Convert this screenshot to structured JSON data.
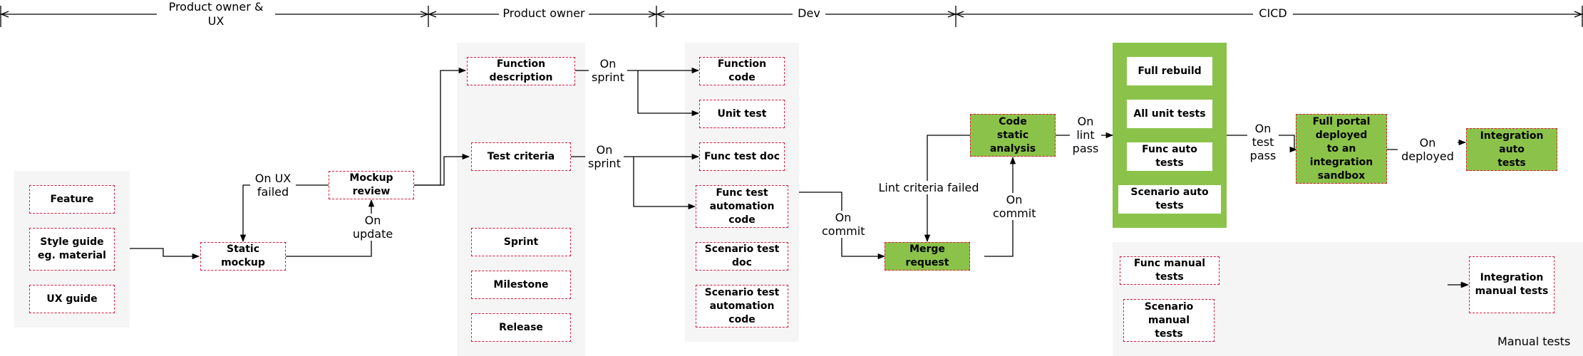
{
  "phases": {
    "po_ux": "Product owner &\nUX",
    "po": "Product owner",
    "dev": "Dev",
    "cicd": "CICD"
  },
  "inputs": {
    "feature": "Feature",
    "style_guide": "Style guide\neg. material",
    "ux_guide": "UX guide"
  },
  "ux": {
    "static_mockup": "Static mockup",
    "mockup_review": "Mockup review"
  },
  "product_owner": {
    "function_description": "Function description",
    "test_criteria": "Test criteria",
    "sprint": "Sprint",
    "milestone": "Milestone",
    "release": "Release"
  },
  "dev": {
    "function_code": "Function code",
    "unit_test": "Unit test",
    "func_test_doc": "Func test doc",
    "func_test_automation_code": "Func test\nautomation code",
    "scenario_test_doc": "Scenario test doc",
    "scenario_test_automation_code": "Scenario test\nautomation code"
  },
  "merge": {
    "merge_request": "Merge request",
    "code_static_analysis": "Code\nstatic analysis"
  },
  "cicd": {
    "full_rebuild": "Full rebuild",
    "all_unit_tests": "All unit tests",
    "func_auto_tests": "Func auto tests",
    "scenario_auto_tests": "Scenario auto tests",
    "full_portal": "Full portal\ndeployed\nto an integration\nsandbox",
    "integration_auto_tests": "Integration  auto\ntests"
  },
  "manual": {
    "func_manual_tests": "Func manual  tests",
    "scenario_manual_tests": "Scenario manual\ntests",
    "integration_manual_tests": "Integration\nmanual tests",
    "area_label": "Manual tests"
  },
  "edge_labels": {
    "on_ux_failed": "On UX\nfailed",
    "on_update": "On\nupdate",
    "on_sprint_1": "On\nsprint",
    "on_sprint_2": "On\nsprint",
    "on_commit_1": "On\ncommit",
    "lint_criteria_failed": "Lint criteria failed",
    "on_commit_2": "On\ncommit",
    "on_lint_pass": "On\nlint\npass",
    "on_test_pass": "On\ntest\npass",
    "on_deployed": "On\ndeployed"
  },
  "colors": {
    "accent_green": "#8bc34a",
    "dashed_border": "#e0143c",
    "lane_gray": "#f5f5f5"
  }
}
